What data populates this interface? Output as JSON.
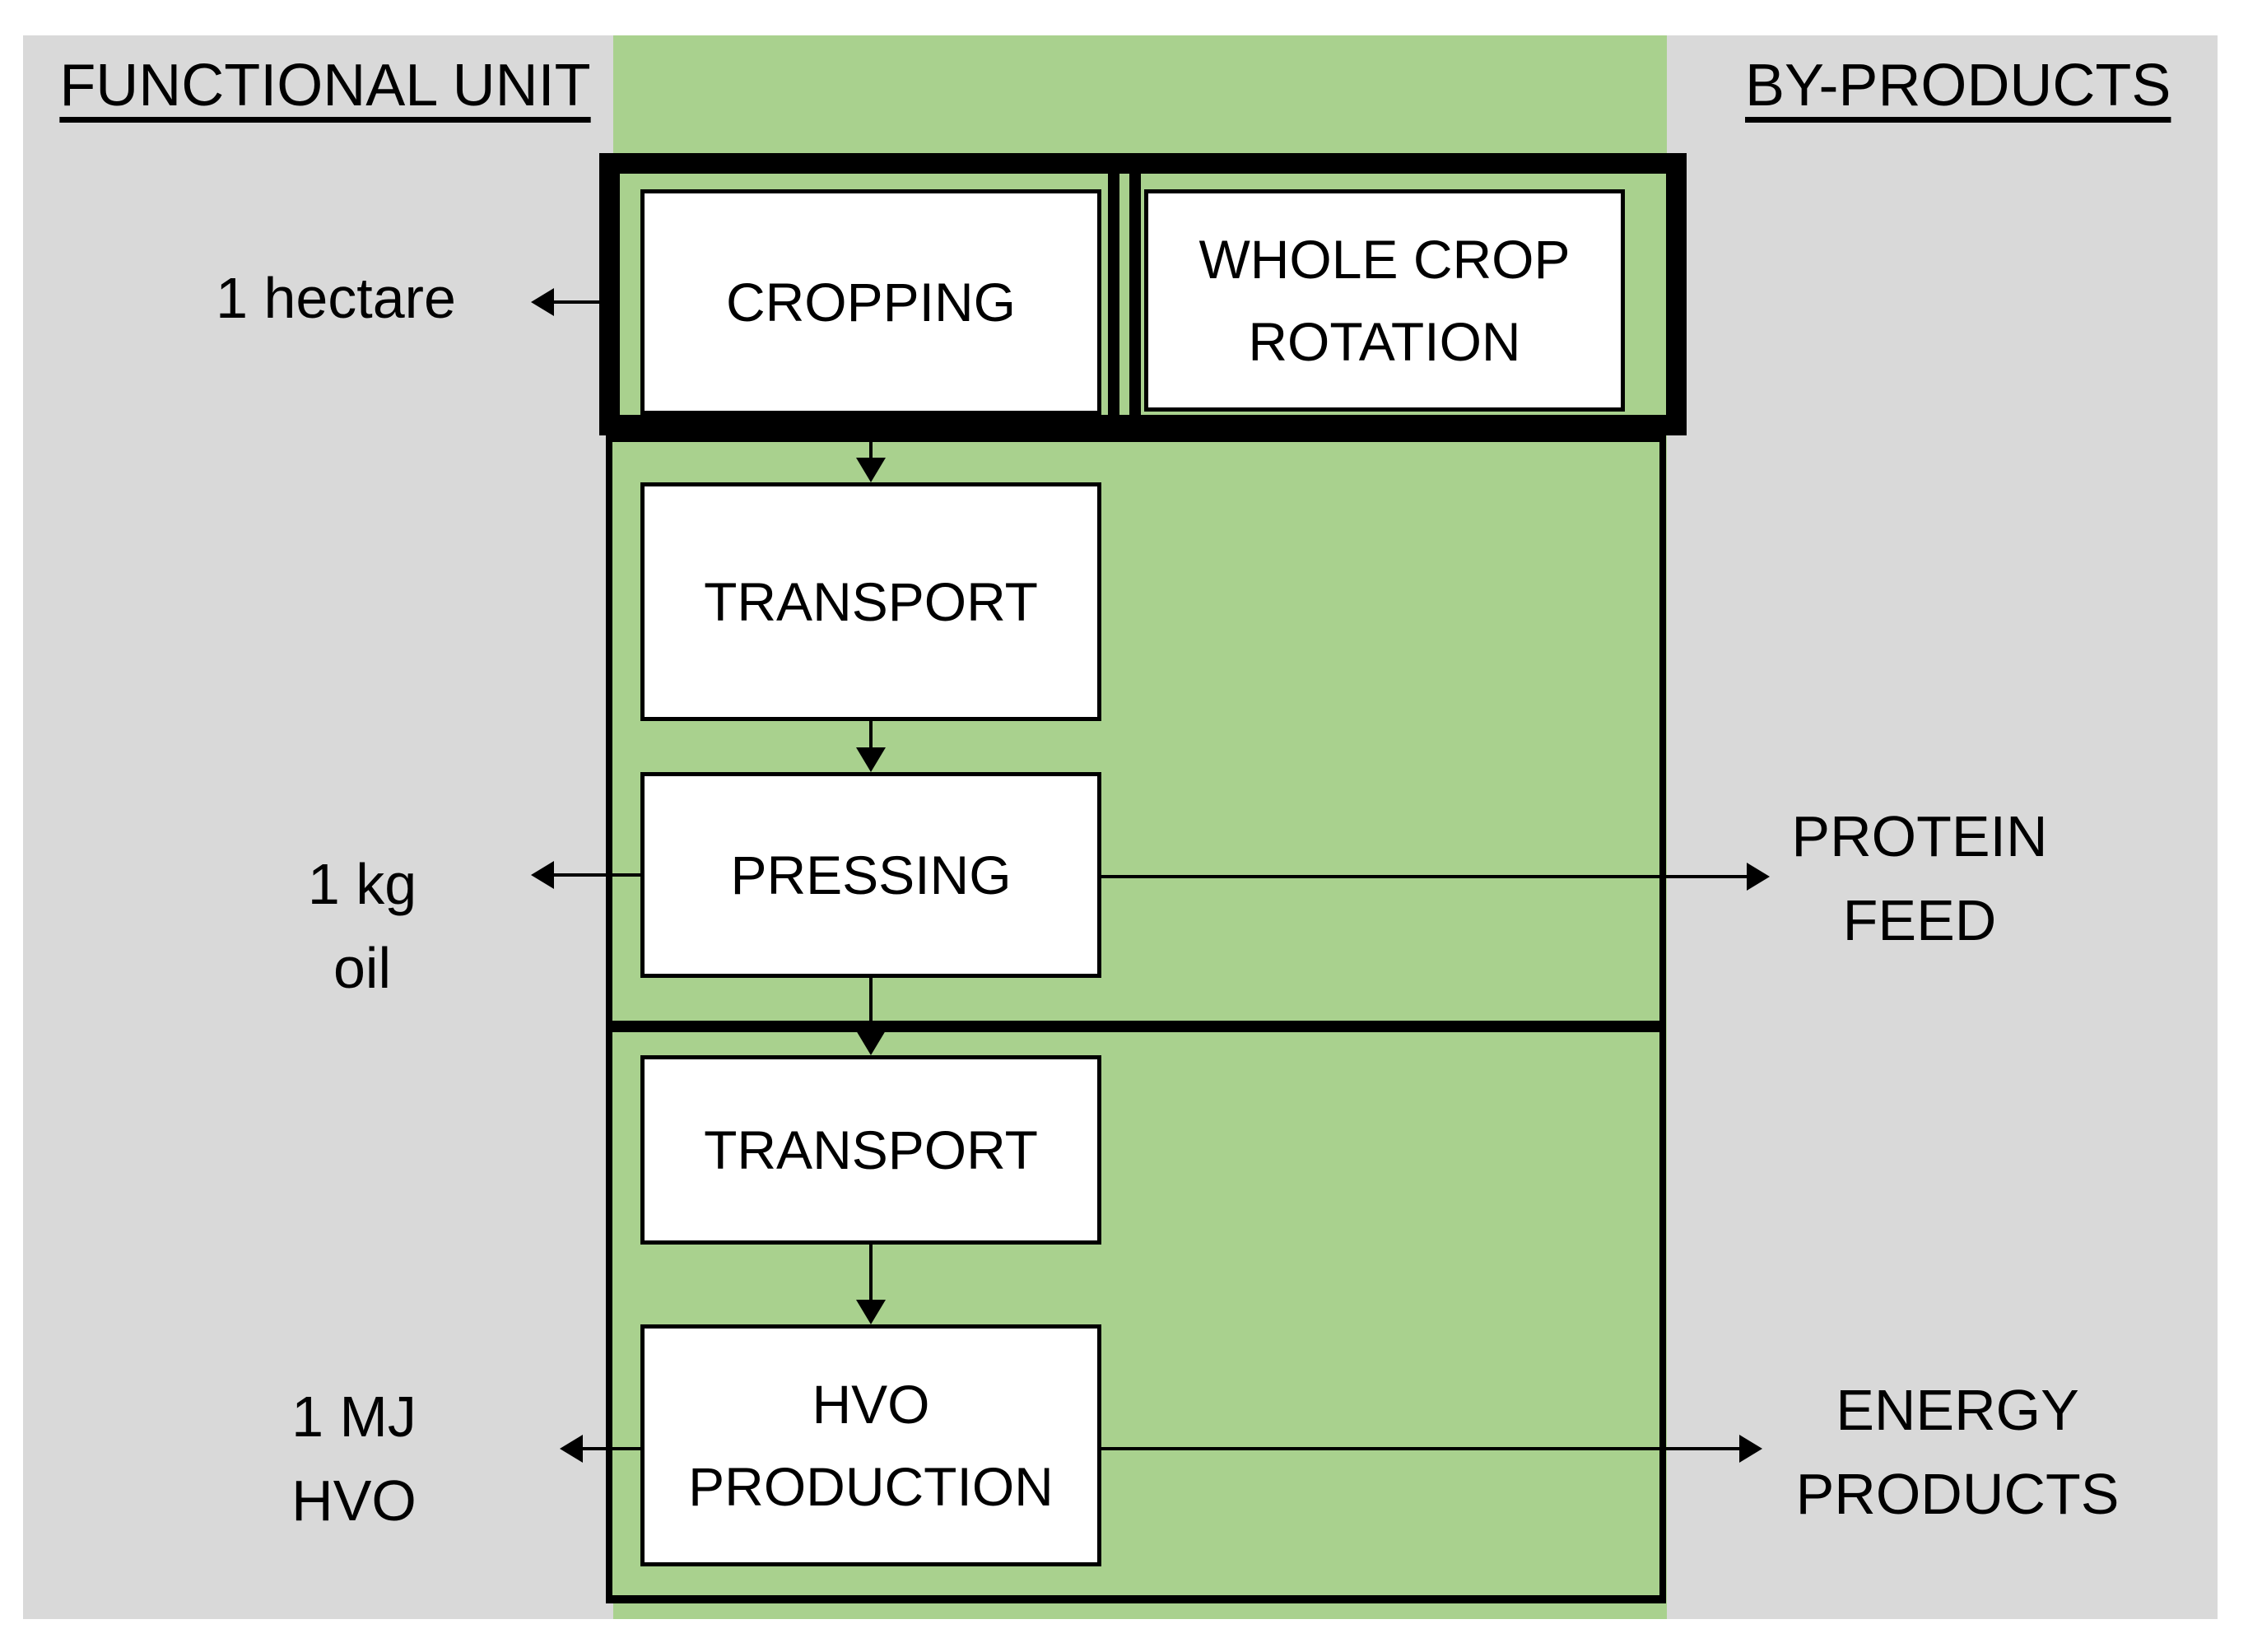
{
  "headers": {
    "functional_unit": "FUNCTIONAL UNIT",
    "by_products": "BY-PRODUCTS"
  },
  "process": {
    "cropping": "CROPPING",
    "whole_crop_rotation": [
      "WHOLE CROP",
      "ROTATION"
    ],
    "transport_upper": "TRANSPORT",
    "pressing": "PRESSING",
    "transport_lower": "TRANSPORT",
    "hvo_production": [
      "HVO",
      "PRODUCTION"
    ]
  },
  "functional_units": {
    "hectare": "1 hectare",
    "kg_oil": [
      "1 kg",
      "oil"
    ],
    "mj_hvo": [
      "1 MJ",
      "HVO"
    ]
  },
  "by_products": {
    "protein_feed": [
      "PROTEIN",
      "FEED"
    ],
    "energy_products": [
      "ENERGY",
      "PRODUCTS"
    ]
  },
  "colors": {
    "band-green": "#a9d18e",
    "panel-gray": "#d9d9d9",
    "line-black": "#000000",
    "box-white": "#ffffff"
  }
}
